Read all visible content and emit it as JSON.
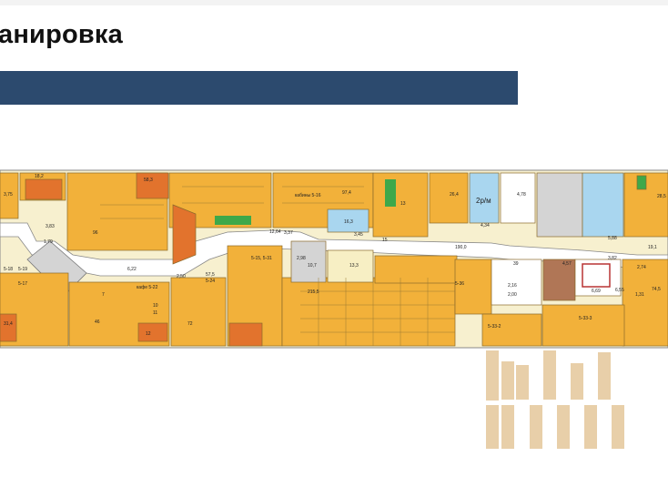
{
  "page": {
    "title": "анировка"
  },
  "plan": {
    "colors": {
      "orange": "#f2b13a",
      "red": "#e2732d",
      "blue": "#a9d6ef",
      "grey": "#d4d4d4",
      "green": "#3ea84a",
      "cream": "#f7efc4",
      "brown": "#b07656"
    },
    "labels": {
      "l1": "18,2",
      "l2": "96",
      "l3": "58,3",
      "l4": "5-17",
      "l5": "46",
      "l6": "10",
      "l7": "11",
      "l8": "12",
      "l9": "72",
      "l10": "57,5",
      "l11": "5-24",
      "l12": "3,83",
      "l13": "1,79",
      "l14": "6,22",
      "l15": "кафе 5-22",
      "l16": "2,50",
      "l17": "97,4",
      "l18": "кабины 5-16",
      "l19": "3,45",
      "l20": "12,64",
      "l21": "16,3",
      "l22": "5-15, 5-31",
      "l23": "3,37",
      "l24": "2,98",
      "l25": "10,7",
      "l26": "13,3",
      "l27": "215,5",
      "l28": "26,4",
      "l29": "2р/м",
      "l30": "4,34",
      "l31": "190,0",
      "l32": "5-36",
      "l33": "39",
      "l34": "4,57",
      "l35": "19,1",
      "l36": "74,5",
      "l37": "5-33-2",
      "l38": "5-33-3",
      "l39": "6,69",
      "l40": "5,88",
      "l41": "4,78",
      "l42": "2,16",
      "l43": "2,00",
      "l44": "6,55",
      "l45": "3,82",
      "l46": "31,4",
      "l47": "5-18",
      "l48": "5-19",
      "l49": "2,74",
      "l50": "1,31",
      "l51": "28,5",
      "l52": "3,75",
      "l53": "13",
      "l54": "15",
      "l55": "7"
    }
  }
}
